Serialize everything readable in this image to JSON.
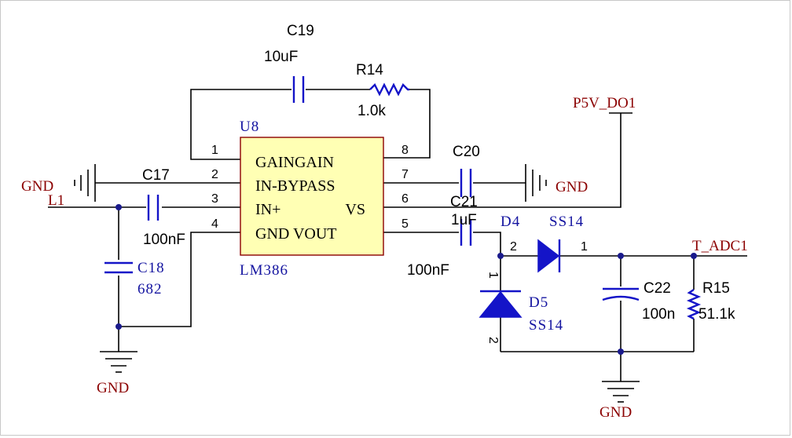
{
  "components": {
    "u8": {
      "designator": "U8",
      "part": "LM386",
      "rows": [
        "GAINGAIN",
        "IN-BYPASS",
        "IN+      VS",
        "GND VOUT"
      ],
      "row_left": [
        "GAIN",
        "IN-",
        "IN+",
        "GND"
      ],
      "row_right": [
        "GAIN",
        "BYPASS",
        "VS",
        "VOUT"
      ],
      "pins_left": [
        "1",
        "2",
        "3",
        "4"
      ],
      "pins_right": [
        "8",
        "7",
        "6",
        "5"
      ]
    },
    "c19": {
      "name": "C19",
      "value": "10uF"
    },
    "r14": {
      "name": "R14",
      "value": "1.0k"
    },
    "c17": {
      "name": "C17",
      "value": "100nF"
    },
    "c18": {
      "name": "C18",
      "value": "682"
    },
    "c20": {
      "name": "C20",
      "value": ""
    },
    "c21": {
      "name": "C21",
      "value": "1uF"
    },
    "c21b": {
      "value": "100nF"
    },
    "d4": {
      "name": "D4",
      "part": "SS14",
      "pin_a": "2",
      "pin_k": "1"
    },
    "d5": {
      "name": "D5",
      "part": "SS14",
      "pin_top": "1",
      "pin_bottom": "2"
    },
    "c22": {
      "name": "C22",
      "value": "100n"
    },
    "r15": {
      "name": "R15",
      "value": "51.1k"
    }
  },
  "nets": {
    "gnd_left": "GND",
    "l1": "L1",
    "gnd_right": "GND",
    "gnd_bottom_left": "GND",
    "gnd_bottom_right": "GND",
    "p5v": "P5V_DO1",
    "t_adc": "T_ADC1"
  },
  "colors": {
    "component": "#1414c8",
    "designator": "#1414a0",
    "net": "#8b0000",
    "ic_fill": "#ffffb4",
    "ic_border": "#8b0000",
    "junction": "#1a1a8c"
  }
}
